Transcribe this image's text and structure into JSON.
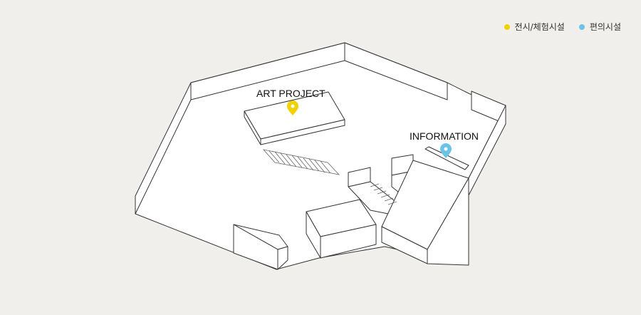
{
  "legend": {
    "items": [
      {
        "label": "전시/체험시설",
        "color": "#f2d100"
      },
      {
        "label": "편의시설",
        "color": "#6cc3e8"
      }
    ]
  },
  "pois": [
    {
      "label": "ART PROJECT",
      "category": "전시/체험시설",
      "icon": "map-pin-icon",
      "color": "#f2d100"
    },
    {
      "label": "INFORMATION",
      "category": "편의시설",
      "icon": "map-pin-icon",
      "color": "#6cc3e8"
    }
  ],
  "colors": {
    "background": "#f1efec",
    "floor": "#ffffff",
    "stroke": "#333333"
  }
}
